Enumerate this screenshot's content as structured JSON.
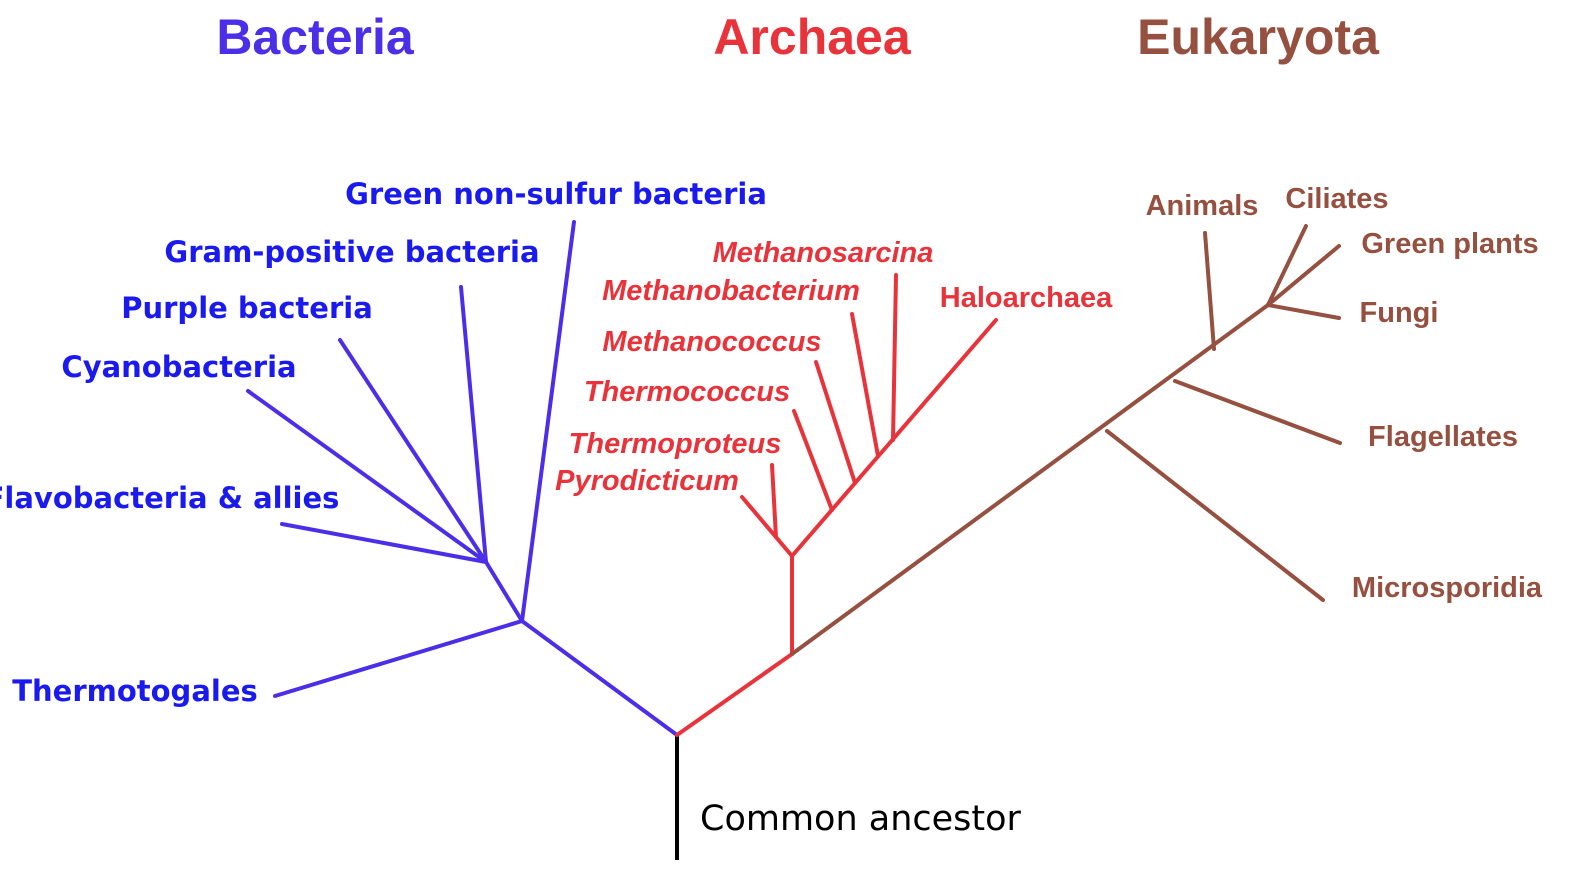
{
  "domains": {
    "bacteria": {
      "title": "Bacteria",
      "color": "#4b2ee8",
      "label_color": "#1a1aee"
    },
    "archaea": {
      "title": "Archaea",
      "color": "#e8333a"
    },
    "eukaryota": {
      "title": "Eukaryota",
      "color": "#955040"
    }
  },
  "root_label": "Common ancestor",
  "bacteria_taxa": [
    "Green non-sulfur bacteria",
    "Gram-positive bacteria",
    "Purple bacteria",
    "Cyanobacteria",
    "Flavobacteria & allies",
    "Thermotogales"
  ],
  "archaea_taxa": [
    "Methanosarcina",
    "Methanobacterium",
    "Methanococcus",
    "Thermococcus",
    "Thermoproteus",
    "Pyrodicticum",
    "Haloarchaea"
  ],
  "eukaryota_taxa": [
    "Animals",
    "Ciliates",
    "Green plants",
    "Fungi",
    "Flagellates",
    "Microsporidia"
  ]
}
